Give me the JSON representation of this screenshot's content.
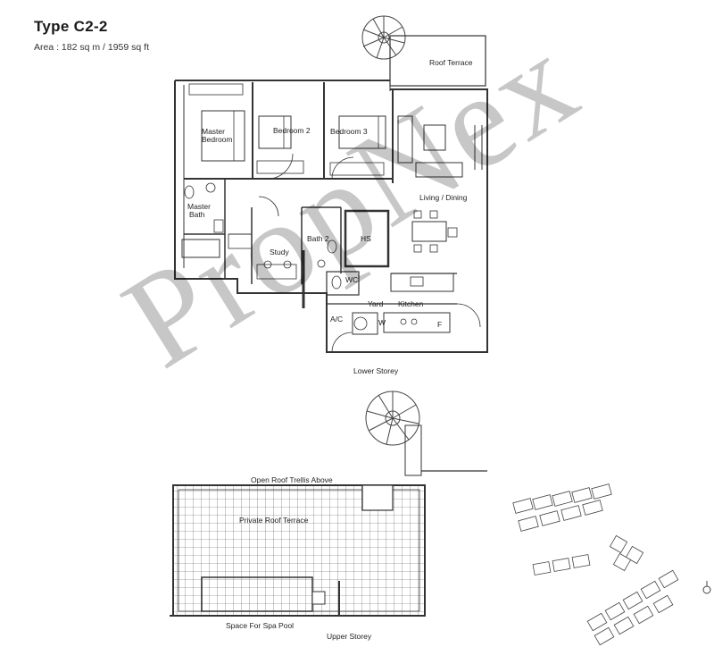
{
  "header": {
    "unit_type": "Type C2-2",
    "area": "Area : 182 sq m / 1959 sq ft"
  },
  "lower_storey": {
    "caption": "Lower Storey",
    "rooms": {
      "roof_terrace": "Roof Terrace",
      "master_bedroom_line1": "Master",
      "master_bedroom_line2": "Bedroom",
      "bedroom2": "Bedroom 2",
      "bedroom3": "Bedroom 3",
      "living_dining": "Living / Dining",
      "master_bath_line1": "Master",
      "master_bath_line2": "Bath",
      "study": "Study",
      "bath2": "Bath 2",
      "hs": "HS",
      "wc": "WC",
      "yard": "Yard",
      "kitchen": "Kitchen",
      "ac": "A/C",
      "w": "W",
      "f": "F"
    }
  },
  "upper_storey": {
    "caption": "Upper Storey",
    "labels": {
      "trellis": "Open Roof Trellis Above",
      "terrace": "Private Roof Terrace",
      "spa": "Space For Spa Pool"
    }
  },
  "watermark": "PropNex"
}
